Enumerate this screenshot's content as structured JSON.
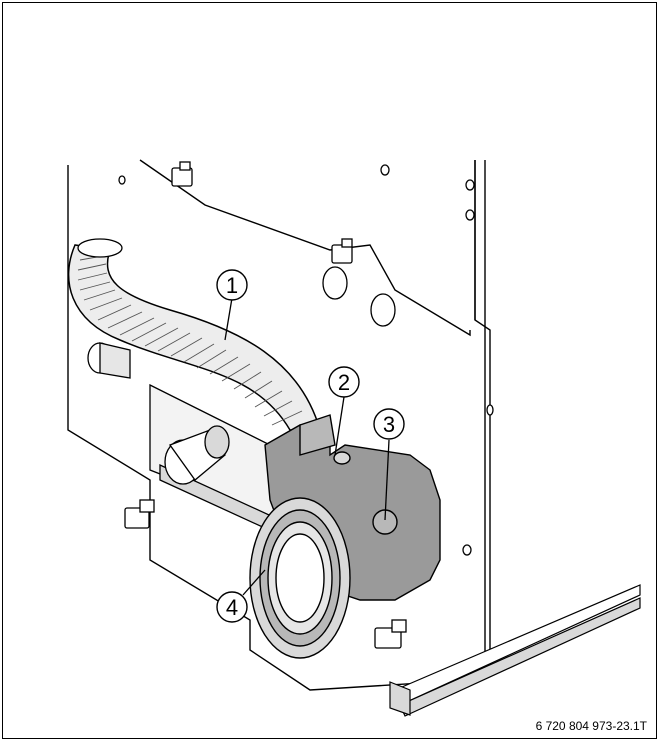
{
  "figure": {
    "callouts": [
      {
        "id": "1",
        "label": "1"
      },
      {
        "id": "2",
        "label": "2"
      },
      {
        "id": "3",
        "label": "3"
      },
      {
        "id": "4",
        "label": "4"
      }
    ],
    "figure_id": "6 720 804 973-23.1T"
  },
  "colors": {
    "line": "#000000",
    "metal_fill": "#ffffff",
    "shade_dark": "#9a9a9a",
    "shade_mid": "#b8b8b8",
    "shade_light": "#d9d9d9"
  }
}
